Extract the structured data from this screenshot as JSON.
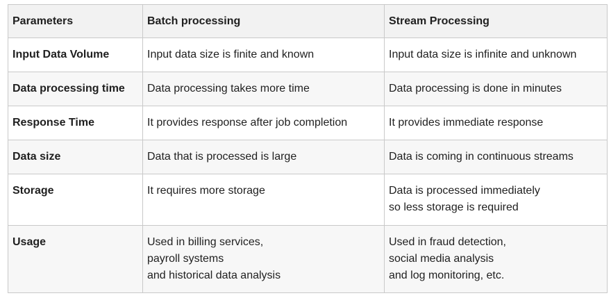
{
  "table": {
    "headers": [
      "Parameters",
      "Batch processing",
      "Stream Processing"
    ],
    "rows": [
      {
        "parameter": "Input Data Volume",
        "batch": [
          "Input data size is finite and known"
        ],
        "stream": [
          "Input data size is infinite and unknown"
        ]
      },
      {
        "parameter": "Data processing time",
        "batch": [
          "Data processing takes more time"
        ],
        "stream": [
          "Data processing is done in minutes"
        ]
      },
      {
        "parameter": "Response Time",
        "batch": [
          "It provides response after job completion"
        ],
        "stream": [
          "It provides immediate response"
        ]
      },
      {
        "parameter": "Data size",
        "batch": [
          "Data that is processed is large"
        ],
        "stream": [
          "Data is coming in continuous streams"
        ]
      },
      {
        "parameter": "Storage",
        "batch": [
          "It requires more storage"
        ],
        "stream": [
          "Data is processed immediately",
          "so less storage is required"
        ]
      },
      {
        "parameter": "Usage",
        "batch": [
          "Used in billing services,",
          "payroll systems",
          "and historical data analysis"
        ],
        "stream": [
          "Used in fraud detection,",
          "social media analysis",
          "and log monitoring, etc."
        ]
      }
    ]
  }
}
